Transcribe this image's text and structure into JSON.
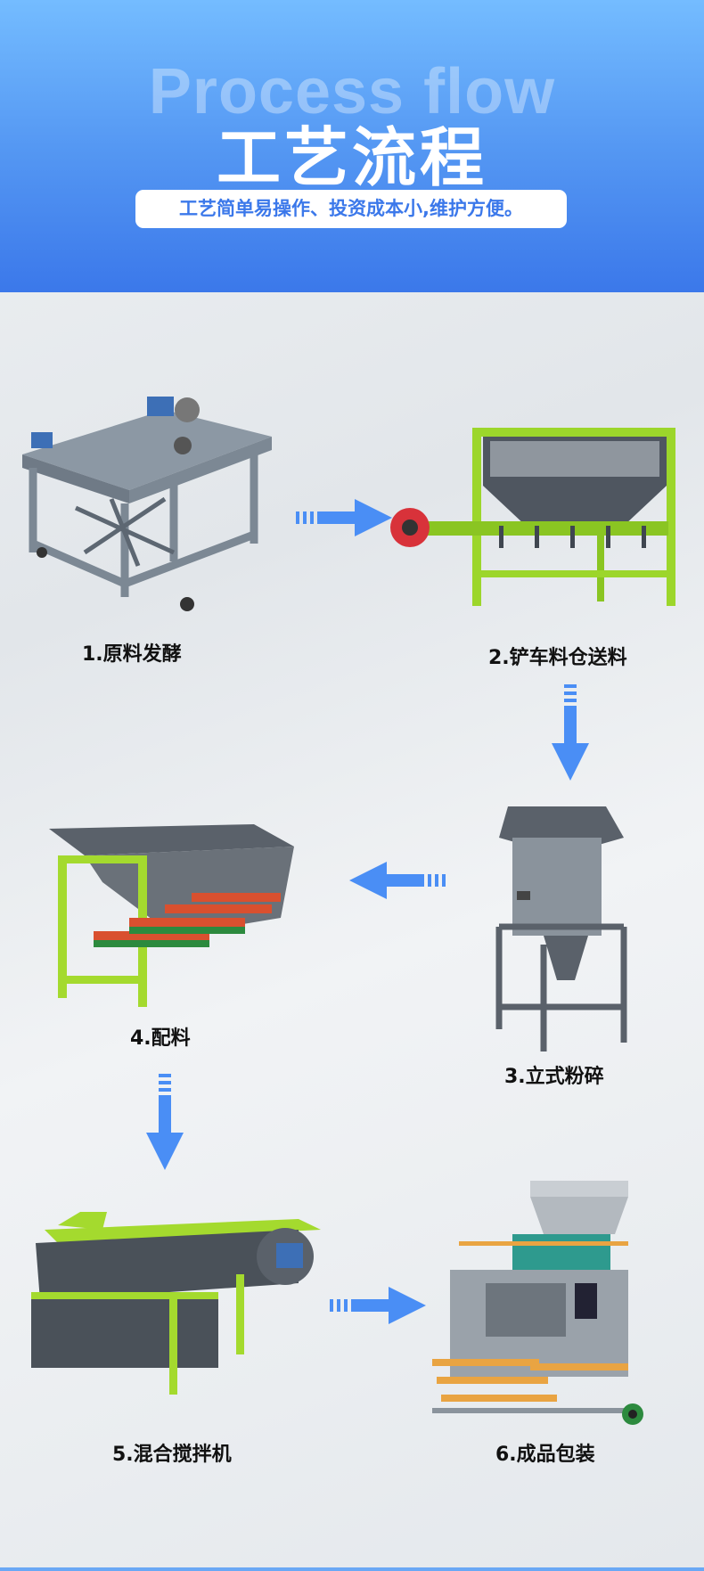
{
  "header": {
    "watermark": "Process flow",
    "title": "工艺流程",
    "tagline": "工艺简单易操作、投资成本小,维护方便。"
  },
  "steps": [
    {
      "label": "1.原料发酵"
    },
    {
      "label": "2.铲车料仓送料"
    },
    {
      "label": "3.立式粉碎"
    },
    {
      "label": "4.配料"
    },
    {
      "label": "5.混合搅拌机"
    },
    {
      "label": "6.成品包装"
    }
  ],
  "colors": {
    "accent": "#3b78ea",
    "arrow": "#4a8ef5",
    "frame_green": "#9cd62b",
    "steel": "#7c8894"
  }
}
